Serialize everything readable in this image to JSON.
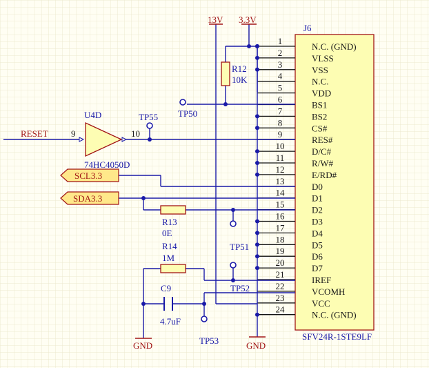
{
  "component": {
    "designator": "J6",
    "part_number": "SFV24R-1STE9LF",
    "pins": [
      {
        "num": "1",
        "name": "N.C. (GND)"
      },
      {
        "num": "2",
        "name": "VLSS"
      },
      {
        "num": "3",
        "name": "VSS"
      },
      {
        "num": "4",
        "name": "N.C."
      },
      {
        "num": "5",
        "name": "VDD"
      },
      {
        "num": "6",
        "name": "BS1"
      },
      {
        "num": "7",
        "name": "BS2"
      },
      {
        "num": "8",
        "name": "CS#"
      },
      {
        "num": "9",
        "name": "RES#"
      },
      {
        "num": "10",
        "name": "D/C#"
      },
      {
        "num": "11",
        "name": "R/W#"
      },
      {
        "num": "12",
        "name": "E/RD#"
      },
      {
        "num": "13",
        "name": "D0"
      },
      {
        "num": "14",
        "name": "D1"
      },
      {
        "num": "15",
        "name": "D2"
      },
      {
        "num": "16",
        "name": "D3"
      },
      {
        "num": "17",
        "name": "D4"
      },
      {
        "num": "18",
        "name": "D5"
      },
      {
        "num": "19",
        "name": "D6"
      },
      {
        "num": "20",
        "name": "D7"
      },
      {
        "num": "21",
        "name": "IREF"
      },
      {
        "num": "22",
        "name": "VCOMH"
      },
      {
        "num": "23",
        "name": "VCC"
      },
      {
        "num": "24",
        "name": "N.C. (GND)"
      }
    ]
  },
  "buffer": {
    "designator": "U4D",
    "part": "74HC4050D",
    "in_pin": "9",
    "out_pin": "10"
  },
  "nets": {
    "reset": "RESET",
    "scl": "SCL3.3",
    "sda": "SDA3.3",
    "v13": "13V",
    "v33": "3.3V",
    "gnd_left": "GND",
    "gnd_right": "GND"
  },
  "resistors": {
    "r12": {
      "ref": "R12",
      "value": "10K"
    },
    "r13": {
      "ref": "R13",
      "value": "0E"
    },
    "r14": {
      "ref": "R14",
      "value": "1M"
    }
  },
  "capacitor": {
    "ref": "C9",
    "value": "4.7uF"
  },
  "testpoints": {
    "tp50": "TP50",
    "tp51": "TP51",
    "tp52": "TP52",
    "tp53": "TP53",
    "tp55": "TP55"
  },
  "colors": {
    "background": "#fffef3",
    "grid": "#ece9cf",
    "wire": "#1a1aa8",
    "component_outline": "#a11414",
    "component_fill": "#fdfdb3",
    "net_label_fill": "#ffe88a",
    "pin_line": "#111111"
  }
}
